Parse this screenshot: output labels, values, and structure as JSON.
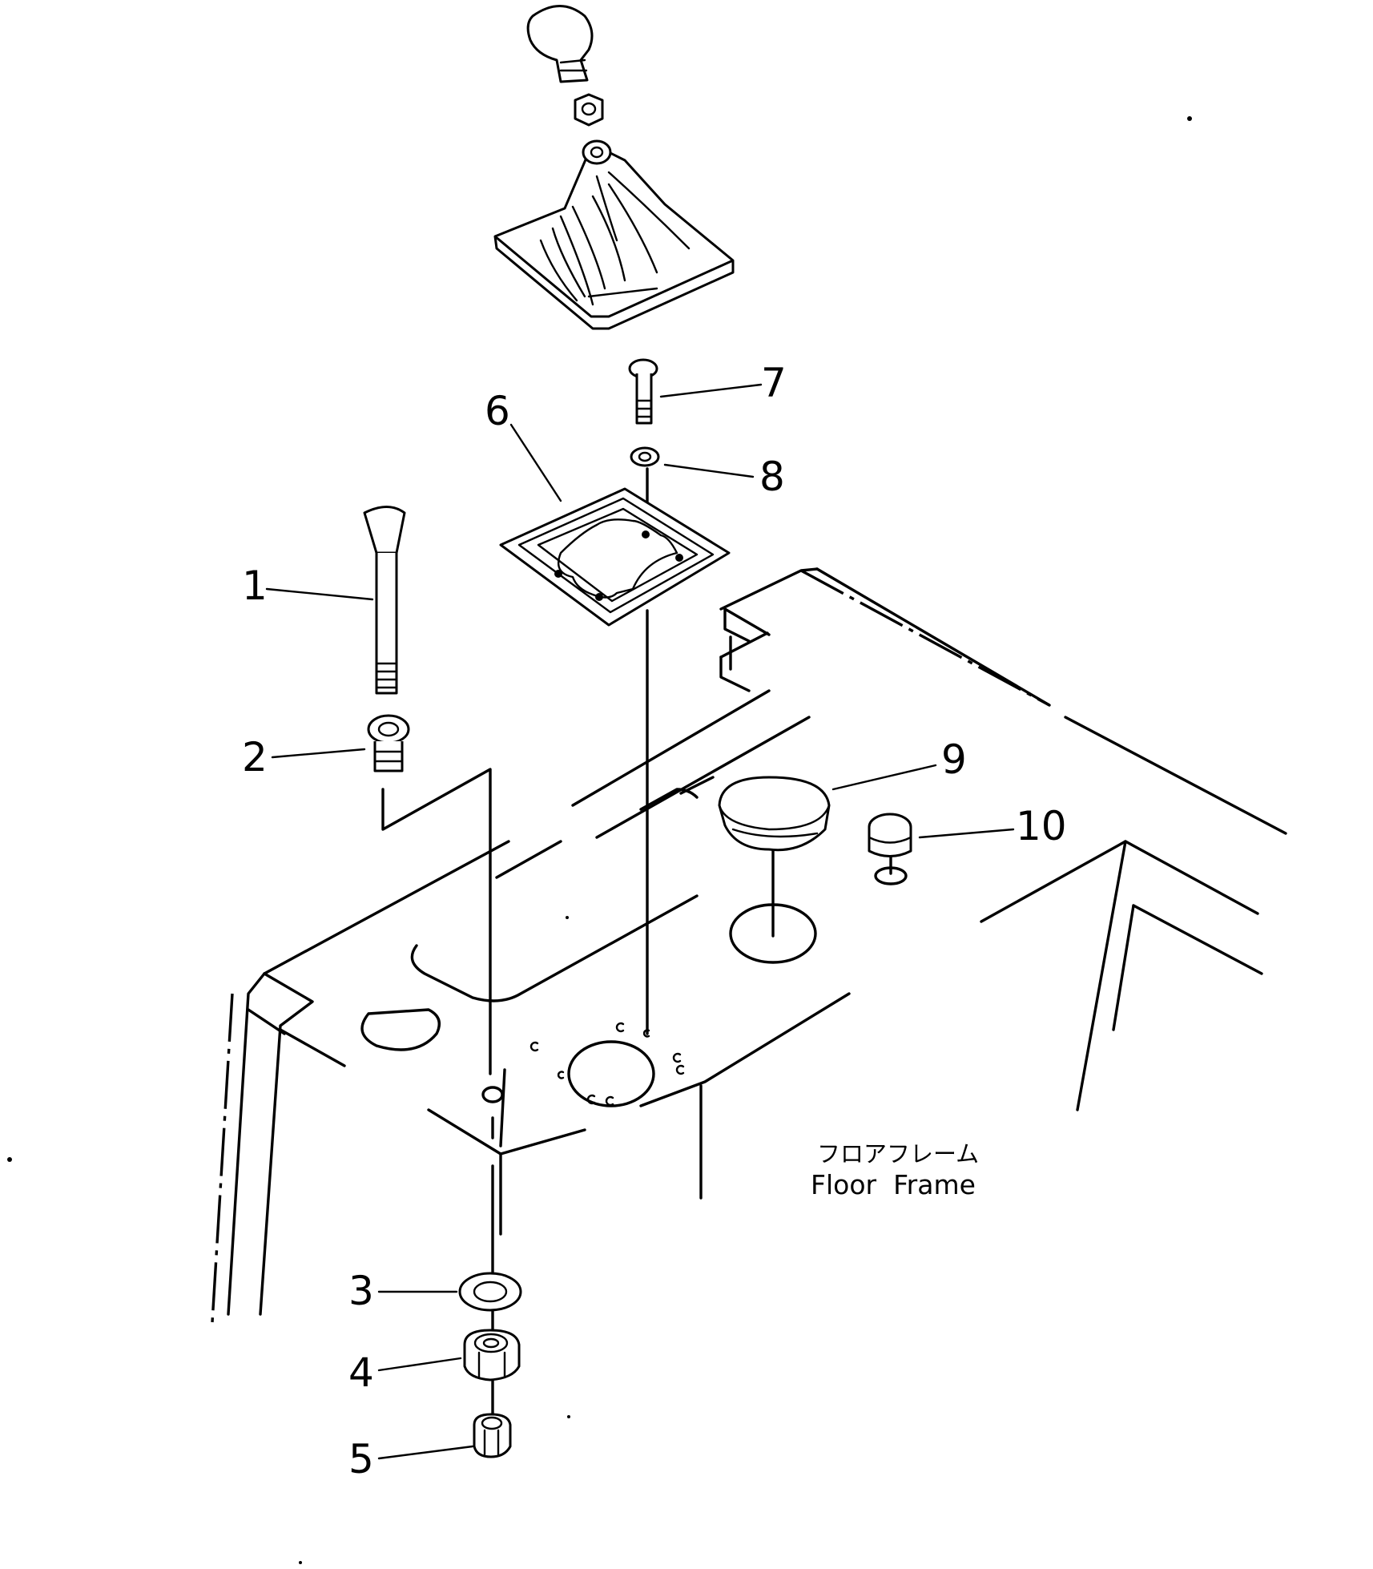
{
  "callouts": [
    "1",
    "2",
    "3",
    "4",
    "5",
    "6",
    "7",
    "8",
    "9",
    "10"
  ],
  "frame_label": {
    "jp": "フロアフレーム",
    "en": "Floor  Frame"
  }
}
